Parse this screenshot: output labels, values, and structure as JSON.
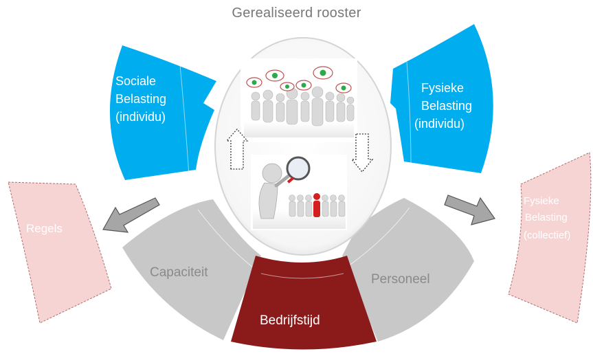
{
  "title": "Gerealiseerd rooster",
  "segments": {
    "sociale": [
      "Sociale",
      "Belasting",
      "(individu)"
    ],
    "fysieke_individu": [
      "Fysieke",
      "Belasting",
      "(individu)"
    ],
    "regels": [
      "Regels"
    ],
    "fysieke_collectief": [
      "Fysieke",
      "Belasting",
      "(collectief)"
    ],
    "capaciteit": [
      "Capaciteit"
    ],
    "personeel": [
      "Personeel"
    ],
    "bedrijfstijd": [
      "Bedrijfstijd"
    ]
  },
  "colors": {
    "blue": "#00AEEF",
    "gray": "#C8C8C8",
    "gray_text": "#8A8A8A",
    "pink": "#F7D4D4",
    "pink_border": "#B06A6A",
    "dark_red": "#8B1A1A",
    "arrow_gray": "#A6A6A6",
    "white": "#FFFFFF"
  },
  "icons": {
    "top_illustration": "people-chat-bubbles-illustration",
    "bottom_illustration": "magnifier-inspecting-group-illustration",
    "up_arrow": "dotted-up-arrow",
    "down_arrow": "dotted-down-arrow",
    "left_arrow": "arrow-left-gray",
    "right_arrow": "arrow-right-gray"
  }
}
